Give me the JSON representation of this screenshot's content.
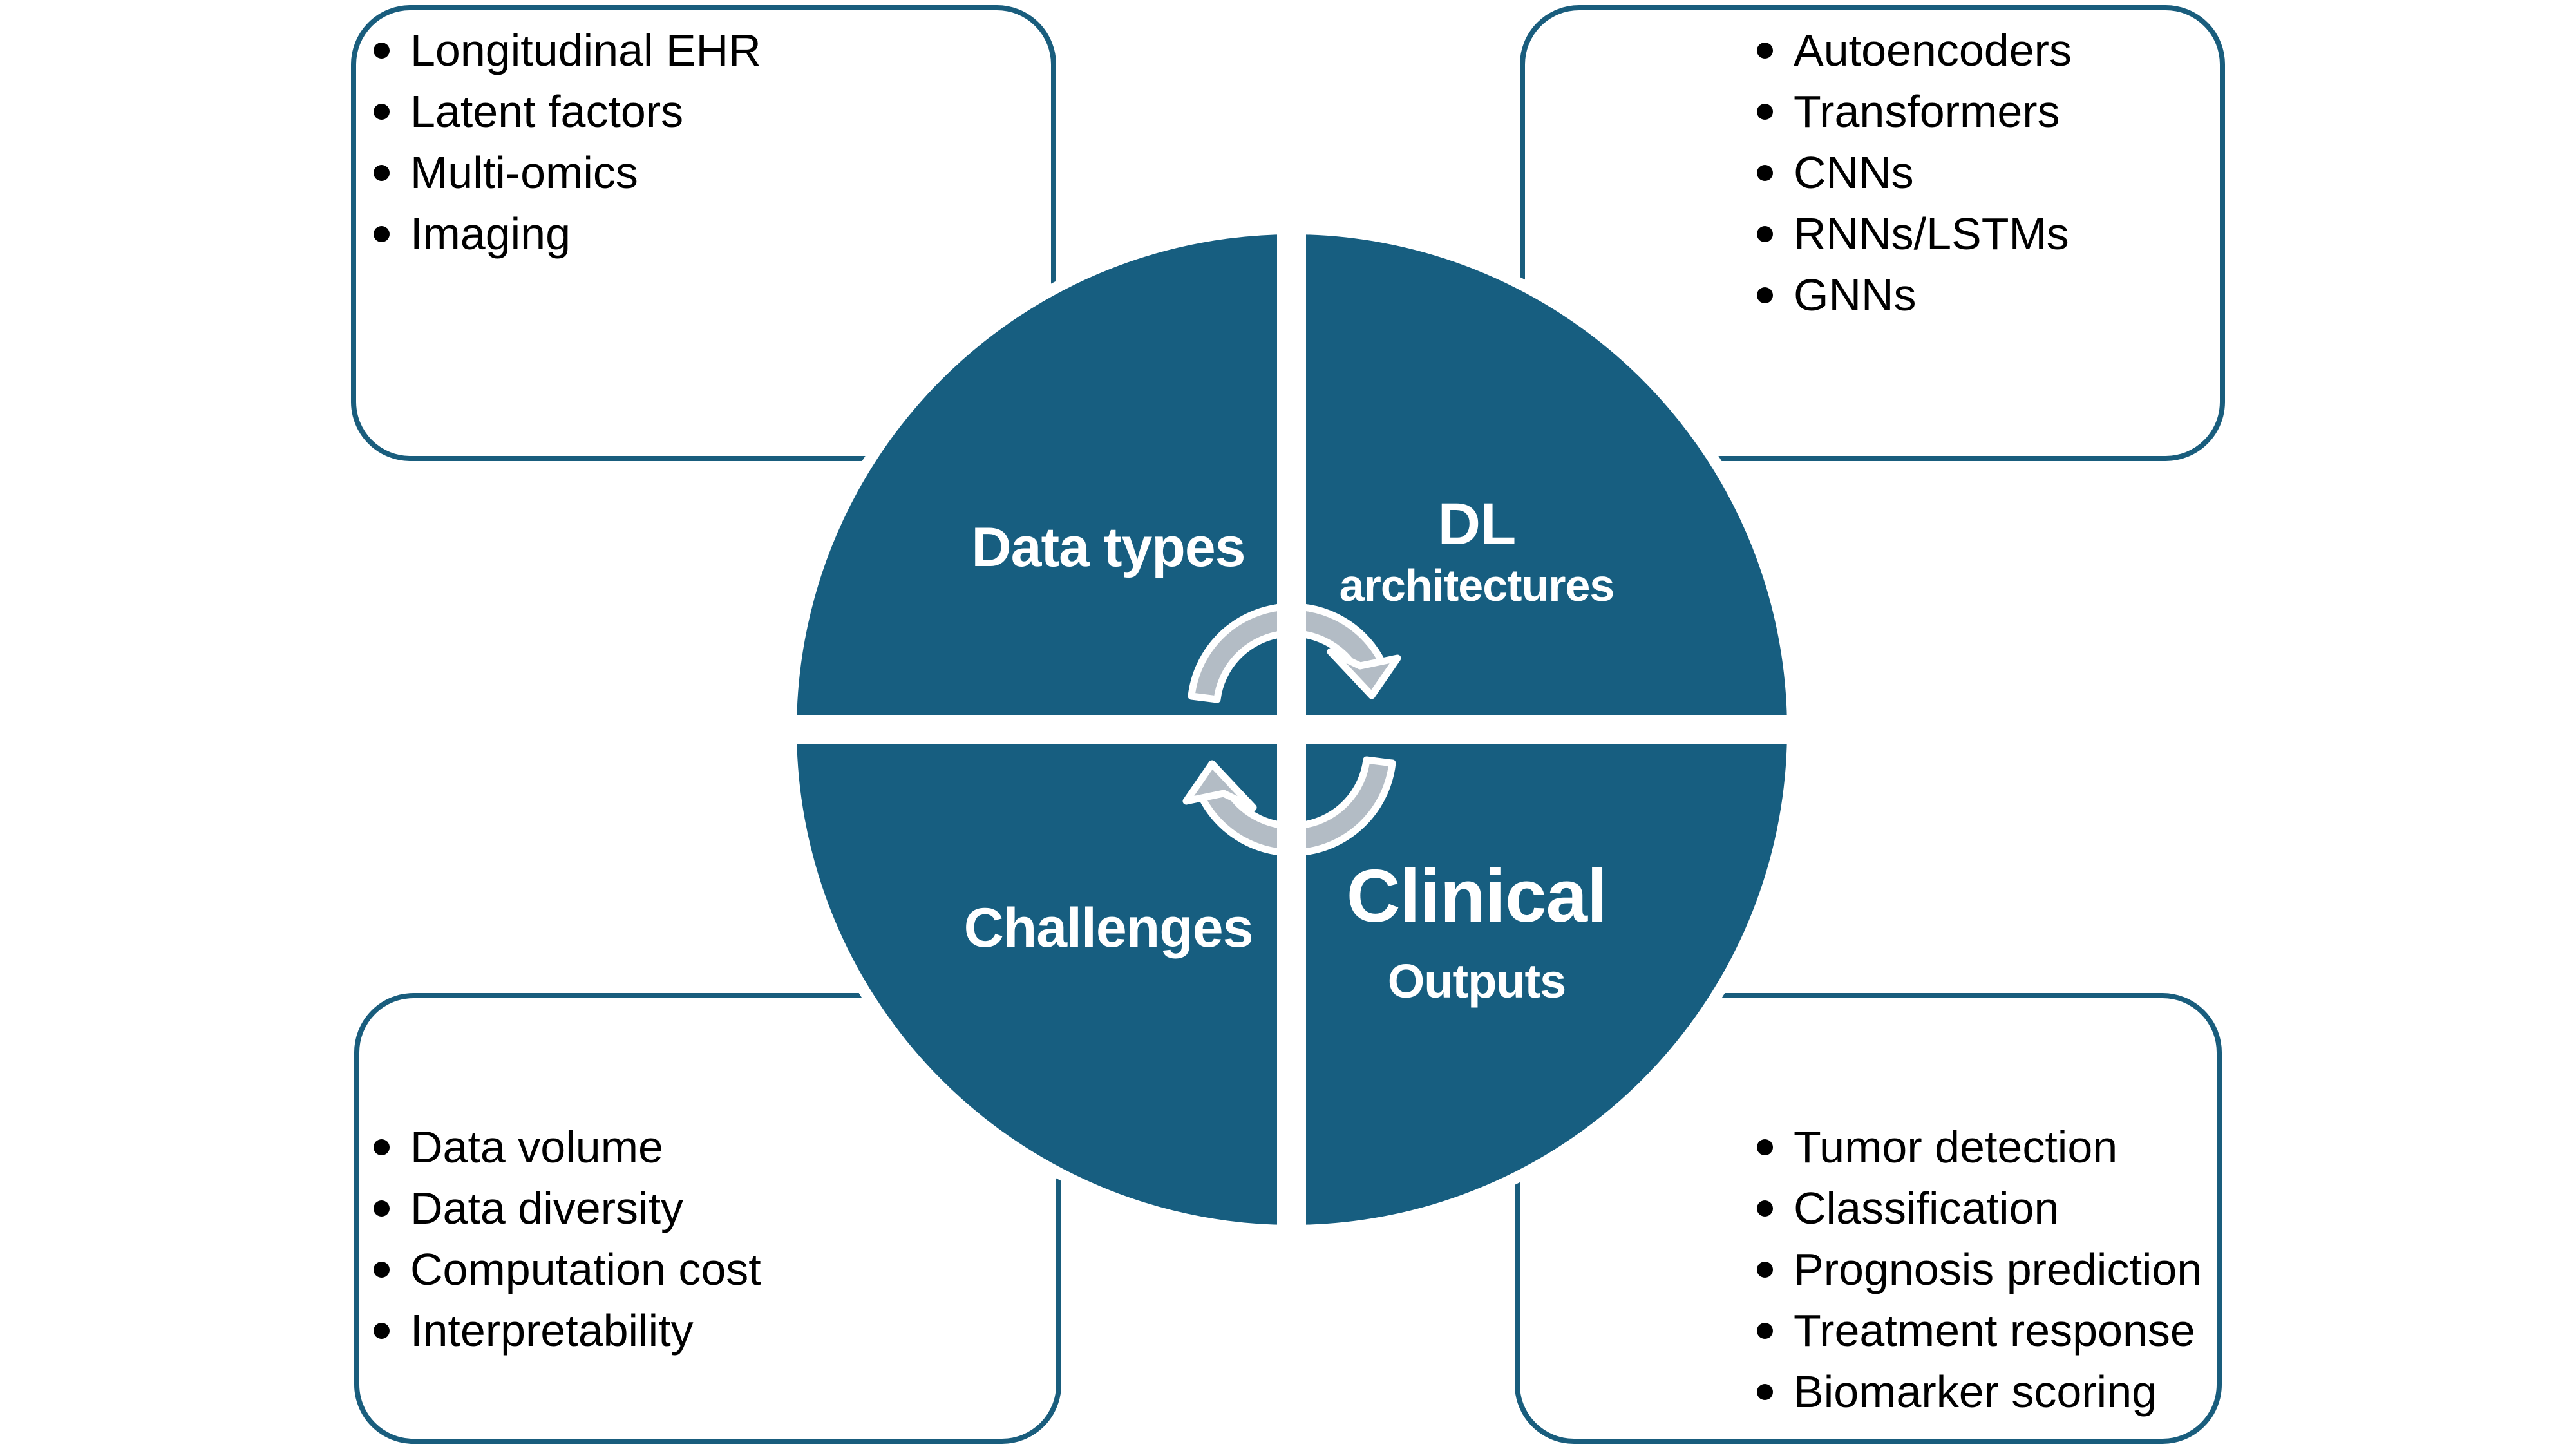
{
  "colors": {
    "circle_teal": "#175E80",
    "box_border": "#195D7D",
    "arrow_gray": "#B3BCC5",
    "label_text": "#FFFFFF",
    "bullet_text": "#000000",
    "background": "#FFFFFF"
  },
  "quadrants": {
    "top_left": {
      "label": "Data types"
    },
    "top_right": {
      "label_line1": "DL",
      "label_line2": "architectures"
    },
    "bottom_left": {
      "label": "Challenges"
    },
    "bottom_right": {
      "label_line1": "Clinical",
      "label_line2": "Outputs"
    }
  },
  "boxes": {
    "top_left": {
      "items": [
        "Longitudinal EHR",
        "Latent factors",
        "Multi-omics",
        "Imaging"
      ]
    },
    "top_right": {
      "items": [
        "Autoencoders",
        "Transformers",
        "CNNs",
        "RNNs/LSTMs",
        "GNNs"
      ]
    },
    "bottom_left": {
      "items": [
        "Data volume",
        "Data diversity",
        "Computation cost",
        "Interpretability"
      ]
    },
    "bottom_right": {
      "items": [
        "Tumor detection",
        "Classification",
        "Prognosis prediction",
        "Treatment response",
        "Biomarker scoring"
      ]
    }
  },
  "icons": {
    "cycle_arrow_top": "clockwise-arc-arrow",
    "cycle_arrow_bottom": "clockwise-arc-arrow"
  }
}
